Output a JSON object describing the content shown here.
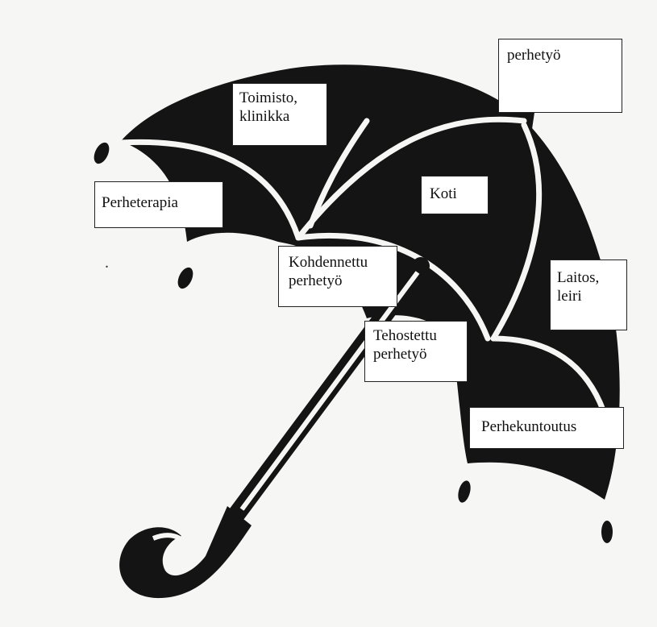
{
  "diagram": {
    "labels": {
      "perhetyo": "perhetyö",
      "toimisto": "Toimisto,\nklinikka",
      "perheterapia": "Perheterapia",
      "koti": "Koti",
      "kohdennettu": "Kohdennettu\nperhetyö",
      "laitos": "Laitos,\nleiri",
      "tehostettu": "Tehostettu\nperhetyö",
      "perhekuntoutus": "Perhekuntoutus"
    },
    "colors": {
      "umbrella": "#141414",
      "background": "#f6f6f4",
      "box_fill": "#ffffff"
    },
    "icons": [
      "umbrella-icon",
      "raindrop-icon"
    ]
  }
}
